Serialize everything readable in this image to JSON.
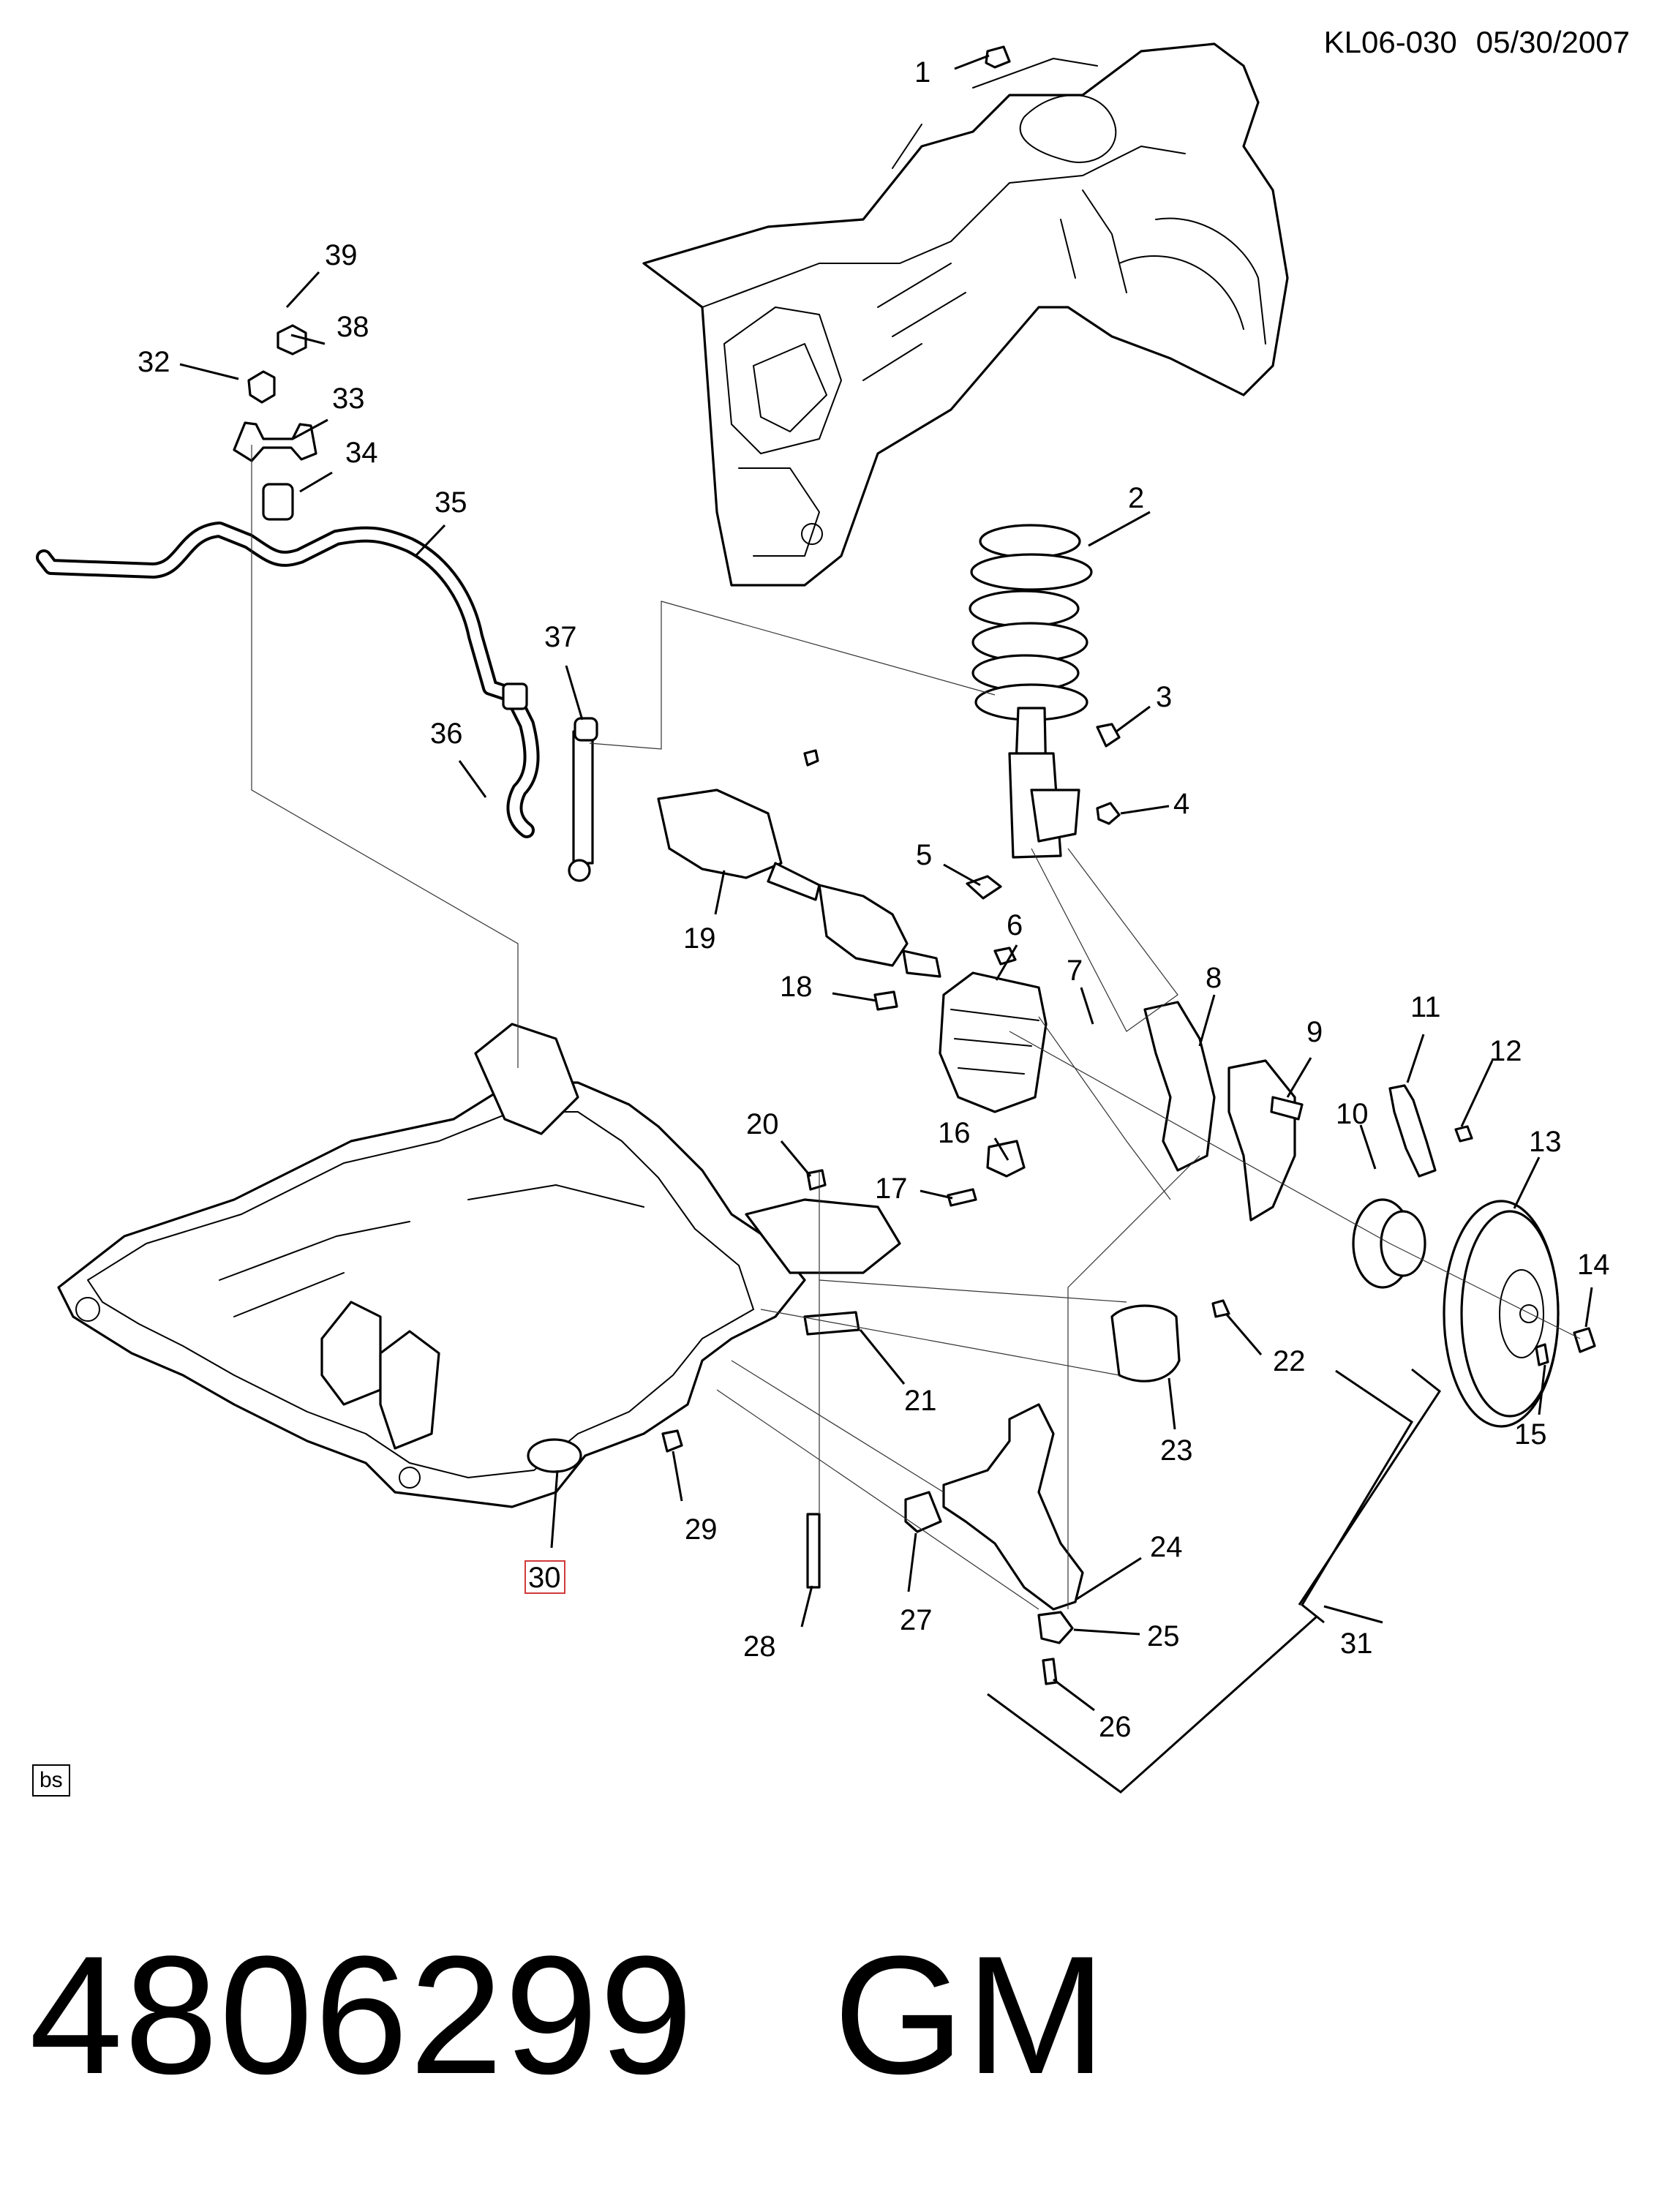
{
  "header": {
    "code": "KL06-030",
    "date": "05/30/2007"
  },
  "badge": "bs",
  "part_number": "4806299",
  "manufacturer": "GM",
  "highlight_color": "#d23a3a",
  "callouts": {
    "n1": "1",
    "n2": "2",
    "n3": "3",
    "n4": "4",
    "n5": "5",
    "n6": "6",
    "n7": "7",
    "n8": "8",
    "n9": "9",
    "n10": "10",
    "n11": "11",
    "n12": "12",
    "n13": "13",
    "n14": "14",
    "n15": "15",
    "n16": "16",
    "n17": "17",
    "n18": "18",
    "n19": "19",
    "n20": "20",
    "n21": "21",
    "n22": "22",
    "n23": "23",
    "n24": "24",
    "n25": "25",
    "n26": "26",
    "n27": "27",
    "n28": "28",
    "n29": "29",
    "n30": "30",
    "n31": "31",
    "n32": "32",
    "n33": "33",
    "n34": "34",
    "n35": "35",
    "n36": "36",
    "n37": "37",
    "n38": "38",
    "n39": "39"
  }
}
